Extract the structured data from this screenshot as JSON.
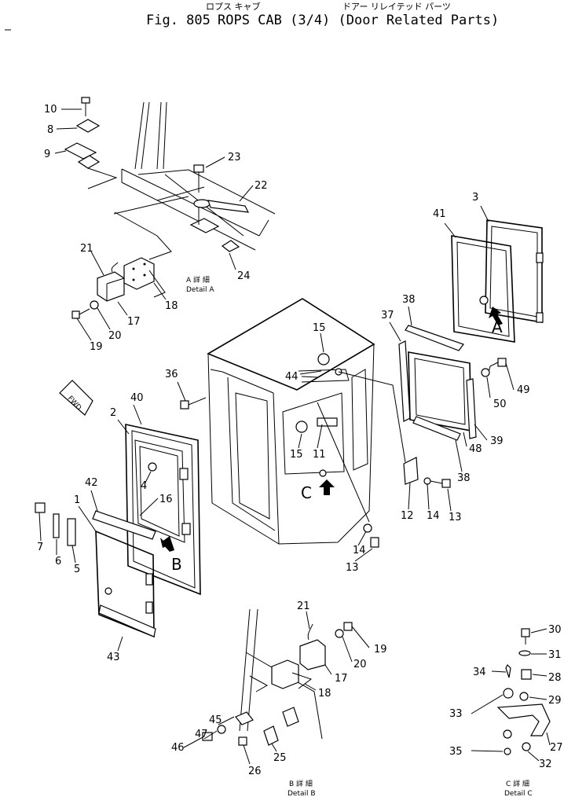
{
  "header": {
    "title_jp_1": "ロプス キャブ",
    "title_jp_2": "ドアー リレイテッド パーツ",
    "title_fig": "Fig. 805",
    "title_main": "ROPS CAB (3/4) (Door Related Parts)"
  },
  "detail_captions": {
    "a_jp": "A 詳 細",
    "a_en": "Detail A",
    "b_jp": "B 詳 細",
    "b_en": "Detail B",
    "c_jp": "C 詳 細",
    "c_en": "Detail C"
  },
  "view_markers": {
    "a": "A",
    "b": "B",
    "c": "C",
    "fwd": "FWD"
  },
  "callouts": [
    "10",
    "8",
    "9",
    "23",
    "22",
    "21",
    "18",
    "17",
    "20",
    "19",
    "24",
    "36",
    "40",
    "2",
    "4",
    "16",
    "42",
    "1",
    "7",
    "6",
    "5",
    "43",
    "15",
    "44",
    "15",
    "11",
    "14",
    "13",
    "12",
    "14",
    "13",
    "3",
    "41",
    "38",
    "37",
    "49",
    "50",
    "48",
    "39",
    "38",
    "21",
    "19",
    "20",
    "17",
    "18",
    "45",
    "47",
    "46",
    "26",
    "25",
    "30",
    "31",
    "34",
    "28",
    "29",
    "33",
    "27",
    "35",
    "32"
  ]
}
